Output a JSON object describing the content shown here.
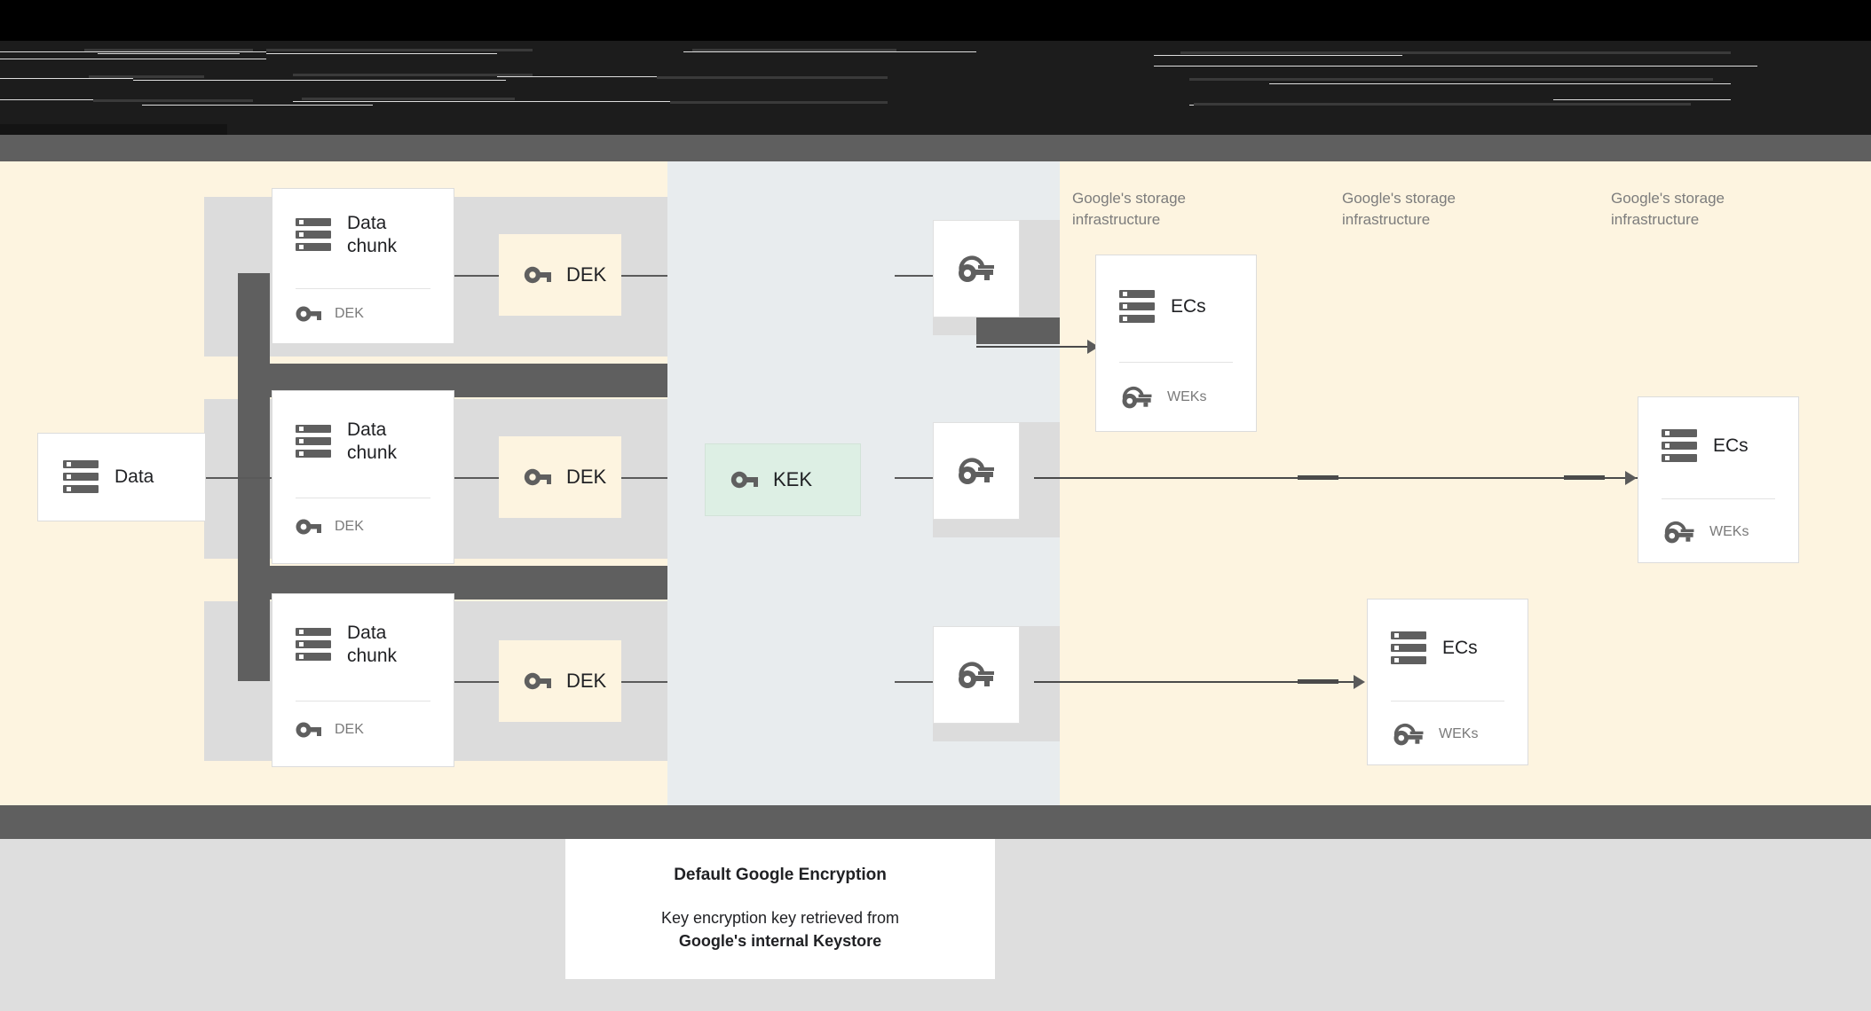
{
  "diagram": {
    "title_caption": "Default Google Encryption",
    "subtitle_line1": "Key encryption key retrieved from",
    "subtitle_line2": "Google's internal Keystore",
    "source_node": {
      "label": "Data",
      "icon": "server-stack-icon"
    },
    "chunks": [
      {
        "label": "Data\nchunk",
        "key_label": "DEK",
        "icon": "server-stack-icon",
        "key_icon": "key-icon"
      },
      {
        "label": "Data\nchunk",
        "key_label": "DEK",
        "icon": "server-stack-icon",
        "key_icon": "key-icon"
      },
      {
        "label": "Data\nchunk",
        "key_label": "DEK",
        "icon": "server-stack-icon",
        "key_icon": "key-icon"
      }
    ],
    "dek_boxes": [
      {
        "label": "DEK",
        "icon": "key-icon"
      },
      {
        "label": "DEK",
        "icon": "key-icon"
      },
      {
        "label": "DEK",
        "icon": "key-icon"
      }
    ],
    "kek_box": {
      "label": "KEK",
      "icon": "key-icon"
    },
    "wrapped_keys": [
      {
        "icon": "wrapped-key-icon"
      },
      {
        "icon": "wrapped-key-icon"
      },
      {
        "icon": "wrapped-key-icon"
      }
    ],
    "storage_labels": [
      "Google's storage\ninfrastructure",
      "Google's storage\ninfrastructure",
      "Google's storage\ninfrastructure"
    ],
    "ec_cards": [
      {
        "label": "ECs",
        "key_label": "WEKs",
        "icon": "server-stack-icon",
        "key_icon": "wrapped-key-icon"
      },
      {
        "label": "ECs",
        "key_label": "WEKs",
        "icon": "server-stack-icon",
        "key_icon": "wrapped-key-icon"
      },
      {
        "label": "ECs",
        "key_label": "WEKs",
        "icon": "server-stack-icon",
        "key_icon": "wrapped-key-icon"
      }
    ]
  },
  "colors": {
    "cream": "#fdf4e0",
    "blue_gray": "#e8ecee",
    "dark_bar": "#5f5f5f",
    "kek_green": "#ddefe4",
    "bottom_gray": "#dedede",
    "icon_gray": "#5f5f5f",
    "muted_text": "#7c7c7c"
  }
}
